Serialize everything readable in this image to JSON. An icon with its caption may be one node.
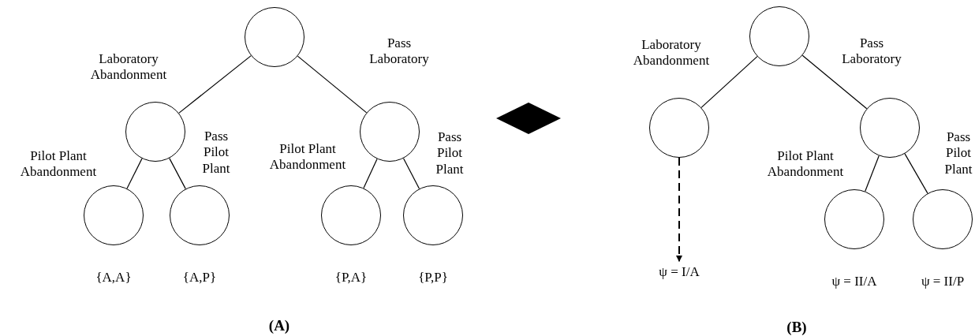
{
  "diagram": {
    "nodes": [
      {
        "text": [],
        "shape": "circle"
      },
      {
        "text": [],
        "shape": "circle"
      },
      {
        "text": [],
        "shape": "circle"
      },
      {
        "text": [],
        "shape": "circle",
        "beside": [
          "{A,A}"
        ]
      },
      {
        "text": [],
        "shape": "circle",
        "beside": [
          "{A,P}"
        ]
      },
      {
        "text": [],
        "shape": "circle",
        "beside": [
          "{P,A}"
        ]
      },
      {
        "text": [],
        "shape": "circle",
        "beside": [
          "{P,P}"
        ]
      },
      {
        "text": [],
        "shape": "diamond"
      },
      {
        "text": [],
        "shape": "circle"
      },
      {
        "text": [],
        "shape": "circle"
      },
      {
        "text": [],
        "shape": "circle"
      },
      {
        "text": [
          "ψ = I/A"
        ]
      },
      {
        "text": [],
        "shape": "circle",
        "beside": [
          "ψ = II/A"
        ]
      },
      {
        "text": [],
        "shape": "circle",
        "beside": [
          "ψ = II/P"
        ]
      }
    ],
    "edges": [
      {
        "from": 0,
        "to": 1,
        "arrow": "none",
        "label": "Laboratory Abandonment"
      },
      {
        "from": 0,
        "to": 2,
        "arrow": "none",
        "label": "Pass Laboratory"
      },
      {
        "from": 1,
        "to": 3,
        "arrow": "none",
        "label": "Pilot Plant Abandonment"
      },
      {
        "from": 1,
        "to": 4,
        "arrow": "none",
        "label": "Pass Pilot Plant"
      },
      {
        "from": 2,
        "to": 5,
        "arrow": "none",
        "label": "Pilot Plant Abandonment"
      },
      {
        "from": 2,
        "to": 6,
        "arrow": "none",
        "label": "Pass Pilot Plant"
      },
      {
        "from": 8,
        "to": 9,
        "arrow": "none",
        "label": "Laboratory Abandonment"
      },
      {
        "from": 8,
        "to": 10,
        "arrow": "none",
        "label": "Pass Laboratory"
      },
      {
        "from": 9,
        "to": 11,
        "arrow": "to",
        "style": "dashed"
      },
      {
        "from": 10,
        "to": 12,
        "arrow": "none",
        "label": "Pilot Plant Abandonment"
      },
      {
        "from": 10,
        "to": 13,
        "arrow": "none",
        "label": "Pass Pilot Plant"
      }
    ],
    "labels": [
      "(A)",
      "(B)"
    ]
  }
}
